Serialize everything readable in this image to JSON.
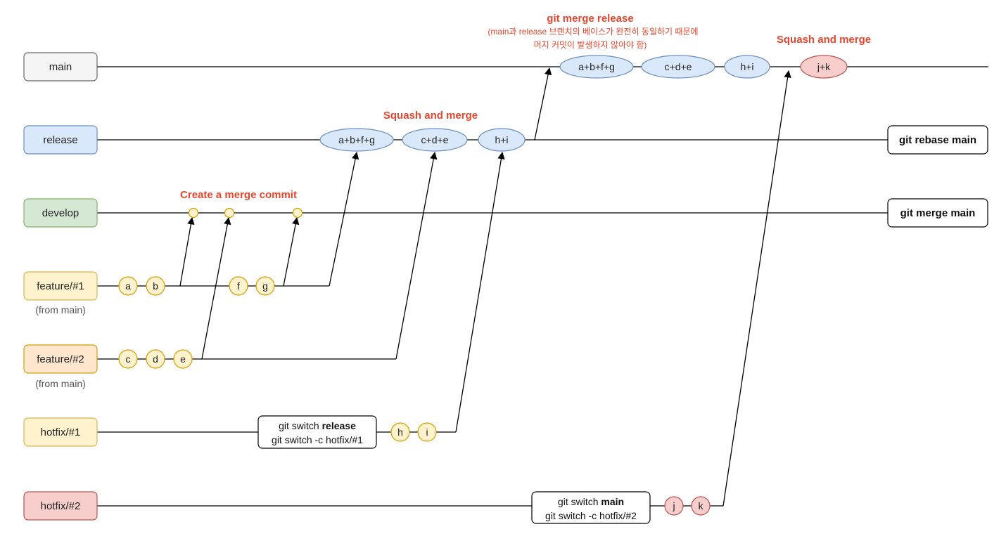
{
  "colors": {
    "line": "#000000",
    "accent_red": "#e8452c",
    "main_fill": "#f5f5f5",
    "main_stroke": "#666666",
    "release_fill": "#dae8fc",
    "release_stroke": "#6c8ebf",
    "develop_fill": "#d5e8d4",
    "develop_stroke": "#82b366",
    "feature1_fill": "#fff2cc",
    "feature1_stroke": "#d6b656",
    "feature2_fill": "#ffe6cc",
    "feature2_stroke": "#d79b00",
    "hotfix1_fill": "#fff2cc",
    "hotfix1_stroke": "#d6b656",
    "hotfix2_fill": "#f8cecc",
    "hotfix2_stroke": "#b85450",
    "commit_yellow_fill": "#fff2cc",
    "commit_yellow_stroke": "#d79b00",
    "commit_red_fill": "#f8cecc",
    "commit_red_stroke": "#b85450",
    "commit_blue_fill": "#dae8fc",
    "commit_blue_stroke": "#6c8ebf"
  },
  "branches": [
    {
      "id": "main",
      "label": "main"
    },
    {
      "id": "release",
      "label": "release"
    },
    {
      "id": "develop",
      "label": "develop"
    },
    {
      "id": "feature1",
      "label": "feature/#1",
      "note": "(from main)"
    },
    {
      "id": "feature2",
      "label": "feature/#2",
      "note": "(from main)"
    },
    {
      "id": "hotfix1",
      "label": "hotfix/#1"
    },
    {
      "id": "hotfix2",
      "label": "hotfix/#2"
    }
  ],
  "commits": {
    "feature1": [
      "a",
      "b",
      "f",
      "g"
    ],
    "feature2": [
      "c",
      "d",
      "e"
    ],
    "hotfix1": [
      "h",
      "i"
    ],
    "hotfix2": [
      "j",
      "k"
    ],
    "release": [
      "a+b+f+g",
      "c+d+e",
      "h+i"
    ],
    "main": [
      "a+b+f+g",
      "c+d+e",
      "h+i",
      "j+k"
    ]
  },
  "annotations": {
    "merge_commit": "Create a merge commit",
    "squash_release": "Squash and merge",
    "git_merge_release": "git merge release",
    "git_merge_release_note1": "(main과 release 브랜치의 베이스가 완전히 동일하기 때문에",
    "git_merge_release_note2": "머지 커밋이 발생하지 않아야 함)",
    "squash_main": "Squash and merge"
  },
  "commands": {
    "hotfix1_line1_prefix": "git switch ",
    "hotfix1_line1_bold": "release",
    "hotfix1_line2": "git switch -c hotfix/#1",
    "hotfix2_line1_prefix": "git switch ",
    "hotfix2_line1_bold": "main",
    "hotfix2_line2": "git switch -c hotfix/#2",
    "release_rebase": "git rebase main",
    "develop_merge": "git merge main"
  }
}
